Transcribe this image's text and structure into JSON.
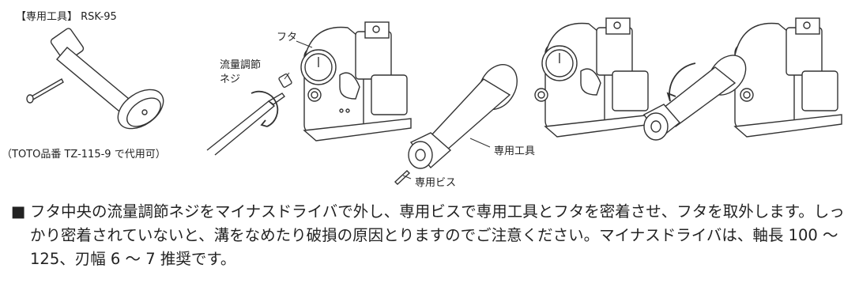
{
  "labels": {
    "special_tool_title": "【専用工具】 RSK-95",
    "toto_note": "（TOTO品番 TZ-115-9 で代用可）",
    "lid": "フタ",
    "flow_screw": "流量調節\nネジ",
    "special_tool": "専用工具",
    "special_screw": "専用ビス"
  },
  "instruction": {
    "bullet": "■",
    "text": "フタ中央の流量調節ネジをマイナスドライバで外し、専用ビスで専用工具とフタを密着させ、フタを取外します。しっかり密着されていないと、溝をなめたり破損の原因とりますのでご注意ください。マイナスドライバは、軸長 100 〜 125、刃幅 6 〜 7 推奨です。"
  }
}
